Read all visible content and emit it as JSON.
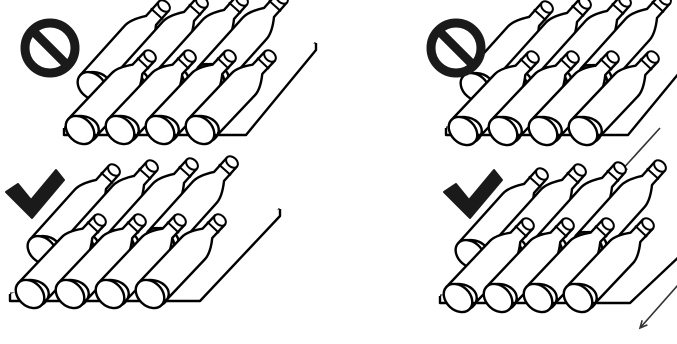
{
  "colors": {
    "ink": "#000000",
    "paper": "#ffffff",
    "symbol": "#1a1a1a",
    "arrow": "#333333"
  },
  "panels": [
    {
      "id": "top-left",
      "verdict": "incorrect",
      "symbol": "prohibited-icon",
      "stack_shifted": false,
      "slide_arrow": false
    },
    {
      "id": "top-right",
      "verdict": "incorrect",
      "symbol": "prohibited-icon",
      "stack_shifted": true,
      "slide_arrow": true
    },
    {
      "id": "bottom-left",
      "verdict": "correct",
      "symbol": "checkmark-icon",
      "stack_shifted": false,
      "slide_arrow": false
    },
    {
      "id": "bottom-right",
      "verdict": "correct",
      "symbol": "checkmark-icon",
      "stack_shifted": true,
      "slide_arrow": true
    }
  ]
}
